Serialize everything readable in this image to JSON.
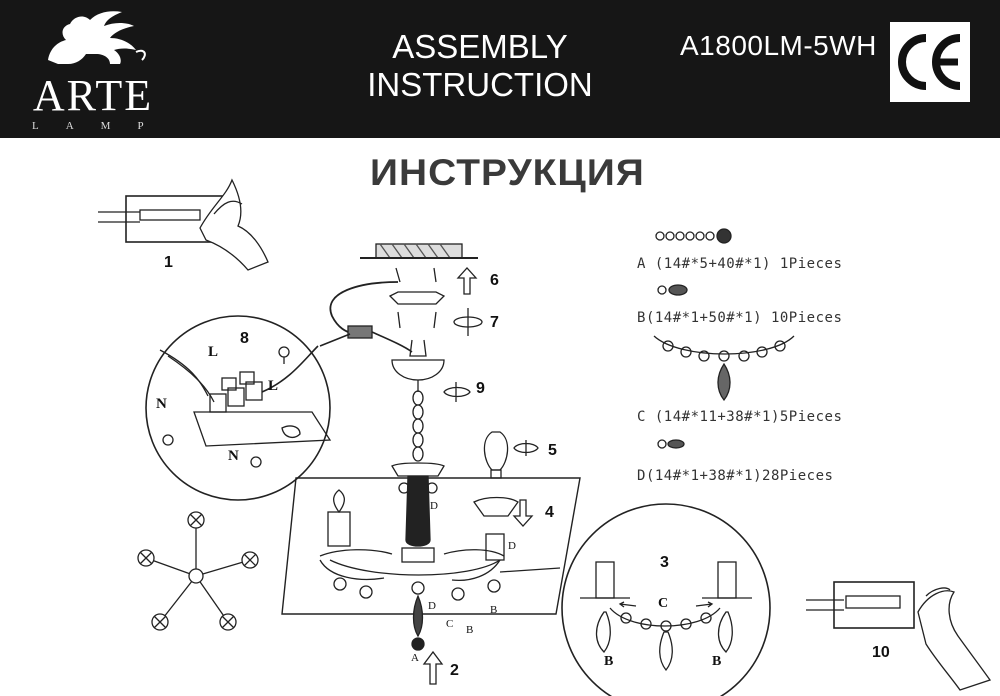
{
  "header": {
    "brand_name": "ARTE",
    "brand_sub": "LAMP",
    "title_line1": "ASSEMBLY",
    "title_line2": "INSTRUCTION",
    "model": "A1800LM-5WH",
    "cert_mark": "CE"
  },
  "ru_title": "ИНСТРУКЦИЯ",
  "steps": {
    "s1": "1",
    "s2": "2",
    "s3": "3",
    "s4": "4",
    "s5": "5",
    "s6": "6",
    "s7": "7",
    "s8": "8",
    "s9": "9",
    "s10": "10"
  },
  "wiring": {
    "l_top": "L",
    "l_right": "L",
    "n_left": "N",
    "n_bottom": "N"
  },
  "callouts": {
    "a": "A",
    "b1": "B",
    "b2": "B",
    "b3": "B",
    "b4": "B",
    "c1": "C",
    "c2": "C",
    "d1": "D",
    "d2": "D",
    "d3": "D"
  },
  "parts": [
    {
      "letter": "A",
      "spec": "(14#*5+40#*1) 1Pieces"
    },
    {
      "letter": "B",
      "spec": "(14#*1+50#*1) 10Pieces"
    },
    {
      "letter": "C",
      "spec": "(14#*11+38#*1)5Pieces"
    },
    {
      "letter": "D",
      "spec": "(14#*1+38#*1)28Pieces"
    }
  ]
}
